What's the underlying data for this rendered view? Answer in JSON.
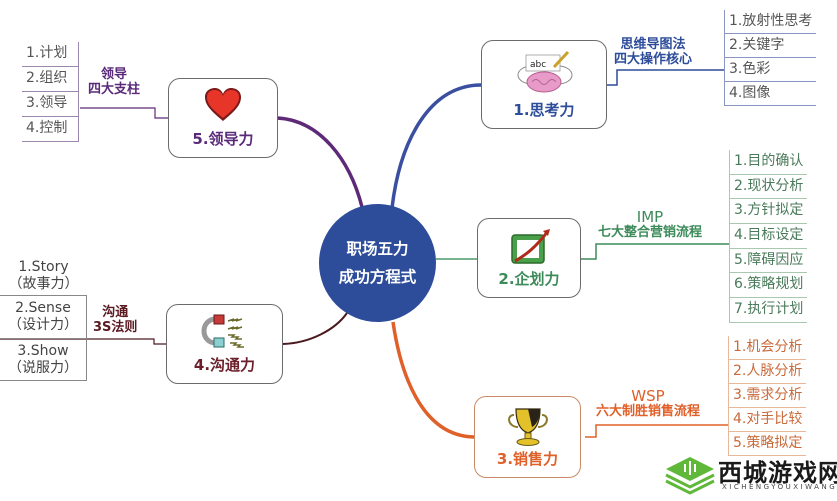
{
  "center": {
    "line1": "职场五力",
    "line2": "成功方程式",
    "color": "#2d4c9a"
  },
  "branches": {
    "thinking": {
      "label": "1.思考力",
      "color": "#2d4c9a",
      "tag": [
        "思维导图法",
        "四大操作核心"
      ],
      "icon": "brain-writing-icon",
      "leaves": [
        "1.放射性思考",
        "2.关键字",
        "3.色彩",
        "4.图像"
      ]
    },
    "planning": {
      "label": "2.企划力",
      "color": "#3d8b5a",
      "tag": [
        "IMP",
        "七大整合营销流程"
      ],
      "icon": "growth-chart-icon",
      "leaves": [
        "1.目的确认",
        "2.现状分析",
        "3.方针拟定",
        "4.目标设定",
        "5.障碍因应",
        "6.策略规划",
        "7.执行计划"
      ]
    },
    "sales": {
      "label": "3.销售力",
      "color": "#e0602a",
      "tag": [
        "WSP",
        "六大制胜销售流程"
      ],
      "icon": "trophy-icon",
      "leaves": [
        "1.机会分析",
        "2.人脉分析",
        "3.需求分析",
        "4.对手比较",
        "5.策略拟定"
      ]
    },
    "communication": {
      "label": "4.沟通力",
      "color": "#6b1f2a",
      "tag": [
        "沟通",
        "3S法则"
      ],
      "icon": "magnet-icon",
      "leaves": [
        {
          "line1": "1.Story",
          "line2": "（故事力）"
        },
        {
          "line1": "2.Sense",
          "line2": "（设计力）"
        },
        {
          "line1": "3.Show",
          "line2": "（说服力）"
        }
      ]
    },
    "leadership": {
      "label": "5.领导力",
      "color": "#5a2a7a",
      "tag": [
        "领导",
        "四大支柱"
      ],
      "icon": "heart-icon",
      "leaves": [
        "1.计划",
        "2.组织",
        "3.领导",
        "4.控制"
      ]
    }
  },
  "watermark": {
    "title": "西城游戏网",
    "subtitle": "XICHENGYOUXIWANG"
  }
}
